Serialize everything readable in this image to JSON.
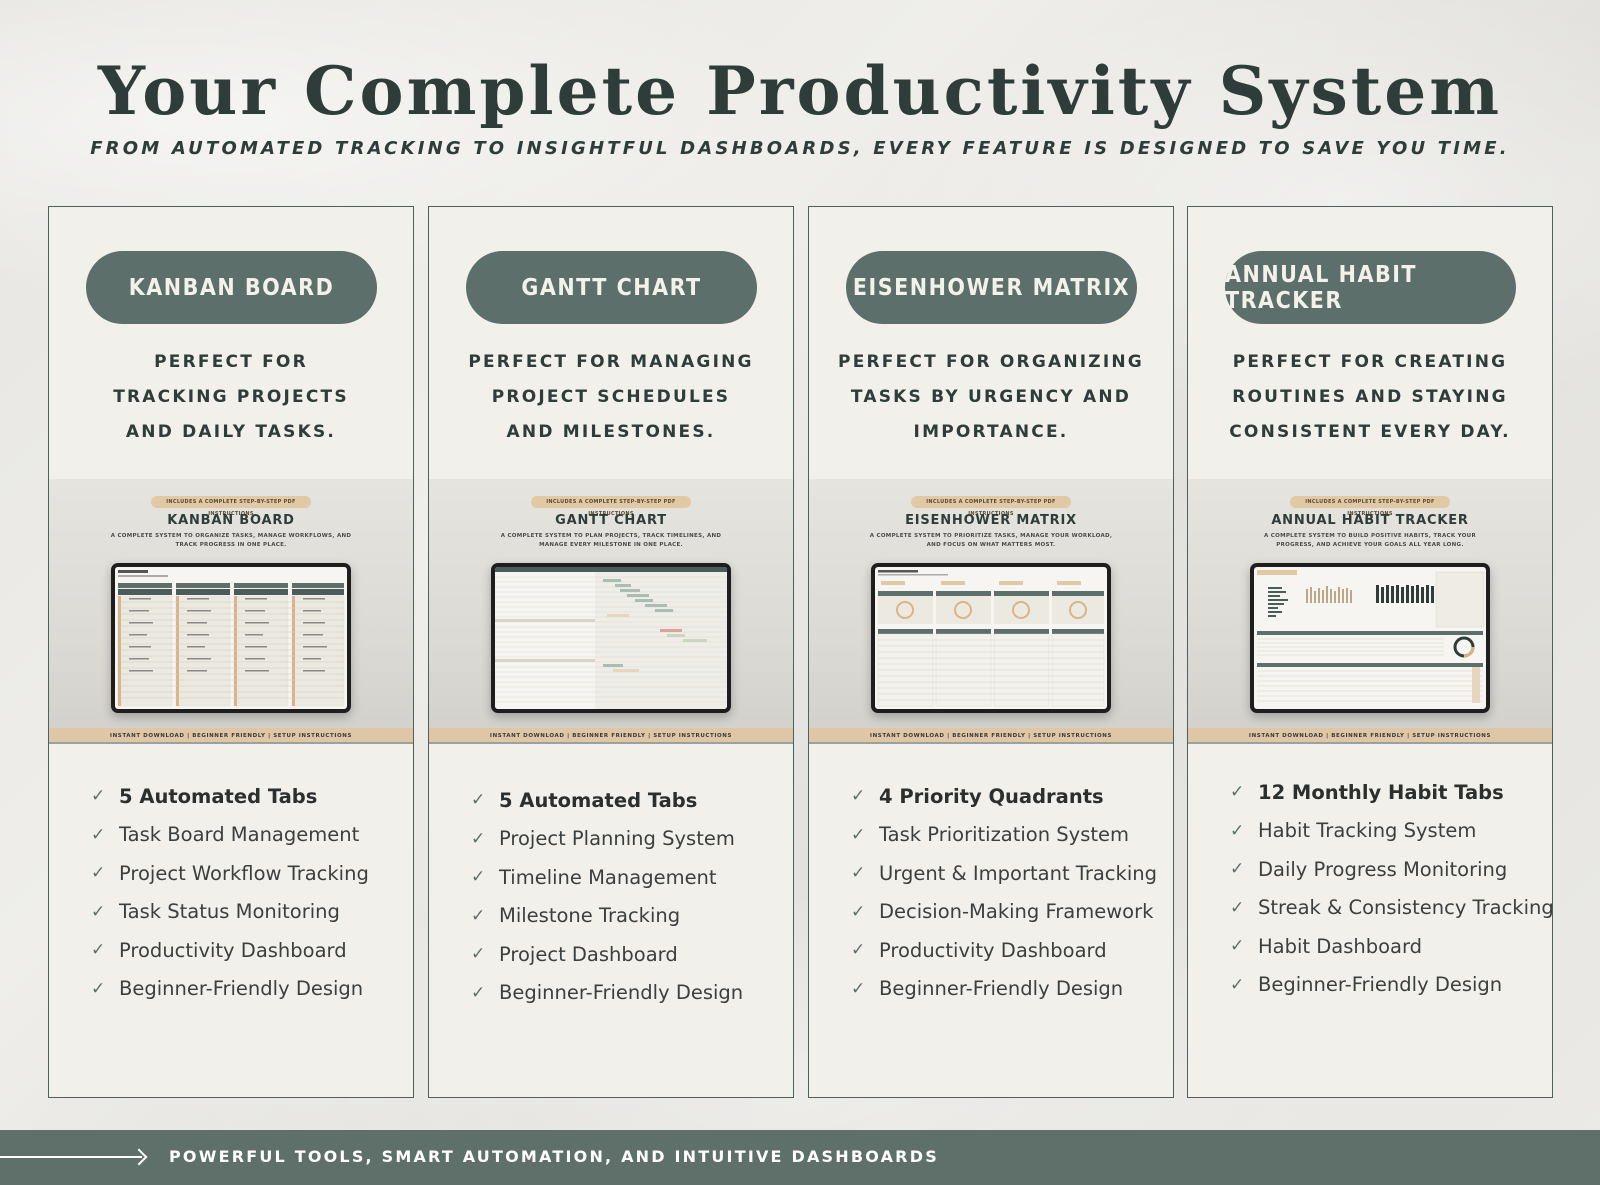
{
  "header": {
    "title": "Your Complete Productivity System",
    "subtitle": "FROM AUTOMATED TRACKING TO INSIGHTFUL DASHBOARDS, EVERY FEATURE IS DESIGNED TO SAVE YOU TIME."
  },
  "colors": {
    "accent": "#5d6f6a",
    "card_bg": "#f2f0eb",
    "badge": "#e2c9a5",
    "footer": "#5f706b"
  },
  "cards": [
    {
      "name": "KANBAN BOARD",
      "desc": [
        "PERFECT FOR",
        "TRACKING PROJECTS",
        "AND DAILY TASKS."
      ],
      "preview": {
        "badge": "INCLUDES A COMPLETE STEP-BY-STEP PDF INSTRUCTIONS",
        "title": "KANBAN BOARD",
        "sub": "A COMPLETE SYSTEM TO ORGANIZE TASKS, MANAGE WORKFLOWS, AND TRACK PROGRESS IN ONE PLACE.",
        "strip": "INSTANT DOWNLOAD | BEGINNER FRIENDLY | SETUP INSTRUCTIONS"
      },
      "features": [
        "5 Automated Tabs",
        "Task Board Management",
        "Project Workflow Tracking",
        "Task Status Monitoring",
        "Productivity Dashboard",
        "Beginner-Friendly Design"
      ]
    },
    {
      "name": "GANTT CHART",
      "desc": [
        "PERFECT FOR MANAGING",
        "PROJECT SCHEDULES",
        "AND MILESTONES."
      ],
      "preview": {
        "badge": "INCLUDES A COMPLETE STEP-BY-STEP PDF INSTRUCTIONS",
        "title": "GANTT CHART",
        "sub": "A COMPLETE SYSTEM TO PLAN PROJECTS, TRACK TIMELINES, AND MANAGE EVERY MILESTONE IN ONE PLACE.",
        "strip": "INSTANT DOWNLOAD | BEGINNER FRIENDLY | SETUP INSTRUCTIONS"
      },
      "features": [
        "5 Automated Tabs",
        "Project Planning System",
        "Timeline Management",
        "Milestone Tracking",
        "Project Dashboard",
        "Beginner-Friendly Design"
      ]
    },
    {
      "name": "EISENHOWER MATRIX",
      "desc": [
        "PERFECT FOR ORGANIZING",
        "TASKS BY URGENCY AND",
        "IMPORTANCE."
      ],
      "preview": {
        "badge": "INCLUDES A COMPLETE STEP-BY-STEP PDF INSTRUCTIONS",
        "title": "EISENHOWER MATRIX",
        "sub": "A COMPLETE SYSTEM TO PRIORITIZE TASKS, MANAGE YOUR WORKLOAD, AND FOCUS ON WHAT MATTERS MOST.",
        "strip": "INSTANT DOWNLOAD | BEGINNER FRIENDLY | SETUP INSTRUCTIONS"
      },
      "features": [
        "4 Priority Quadrants",
        "Task Prioritization System",
        "Urgent & Important Tracking",
        "Decision-Making Framework",
        "Productivity Dashboard",
        "Beginner-Friendly Design"
      ]
    },
    {
      "name": "ANNUAL HABIT TRACKER",
      "desc": [
        "PERFECT FOR CREATING",
        "ROUTINES AND STAYING",
        "CONSISTENT EVERY DAY."
      ],
      "preview": {
        "badge": "INCLUDES A COMPLETE STEP-BY-STEP PDF INSTRUCTIONS",
        "title": "ANNUAL HABIT TRACKER",
        "sub": "A COMPLETE SYSTEM TO BUILD POSITIVE HABITS, TRACK YOUR PROGRESS, AND ACHIEVE YOUR GOALS ALL YEAR LONG.",
        "strip": "INSTANT DOWNLOAD | BEGINNER FRIENDLY | SETUP INSTRUCTIONS"
      },
      "features": [
        "12 Monthly Habit Tabs",
        "Habit Tracking System",
        "Daily Progress Monitoring",
        "Streak & Consistency Tracking",
        "Habit Dashboard",
        "Beginner-Friendly Design"
      ]
    }
  ],
  "footer": {
    "text": "POWERFUL TOOLS, SMART AUTOMATION, AND INTUITIVE DASHBOARDS"
  }
}
